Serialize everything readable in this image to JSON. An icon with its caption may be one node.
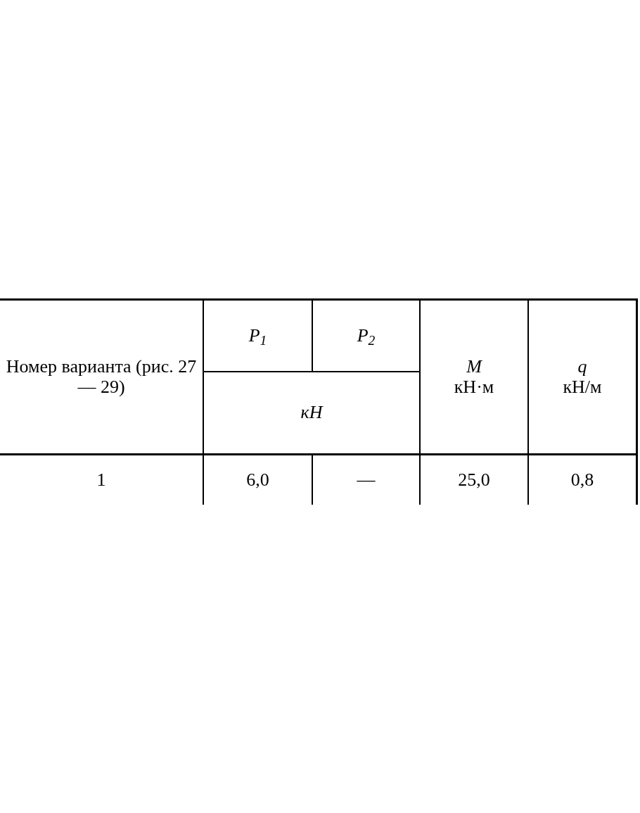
{
  "diagram": {
    "labels": [
      "Номер варианта (рис. 27 — 29)",
      "P$_{1}$",
      "P$_{2}$",
      "M",
      "кН·м",
      "q",
      "кН/м",
      "кН",
      "1",
      "6,0",
      "—",
      "25,0",
      "0,8"
    ]
  }
}
